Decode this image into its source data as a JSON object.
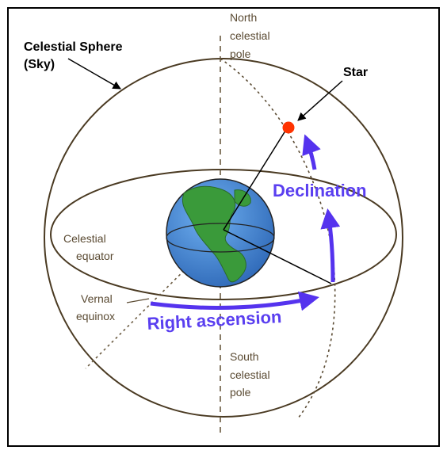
{
  "labels": {
    "celestial_sphere_line1": "Celestial Sphere",
    "celestial_sphere_line2": "(Sky)",
    "star": "Star",
    "north_pole_line1": "North",
    "north_pole_line2": "celestial",
    "north_pole_line3": "pole",
    "celestial_equator_line1": "Celestial",
    "celestial_equator_line2": "equator",
    "vernal_equinox_line1": "Vernal",
    "vernal_equinox_line2": "equinox",
    "right_ascension": "Right ascension",
    "declination": "Declination",
    "south_pole_line1": "South",
    "south_pole_line2": "celestial",
    "south_pole_line3": "pole"
  },
  "colors": {
    "sphere_outline": "#4a3a22",
    "earth_ocean": "#3f7fd0",
    "earth_land": "#3a9a3a",
    "star": "#ff3300",
    "arrow": "#5533ee",
    "brown_text": "#5a4a32"
  }
}
